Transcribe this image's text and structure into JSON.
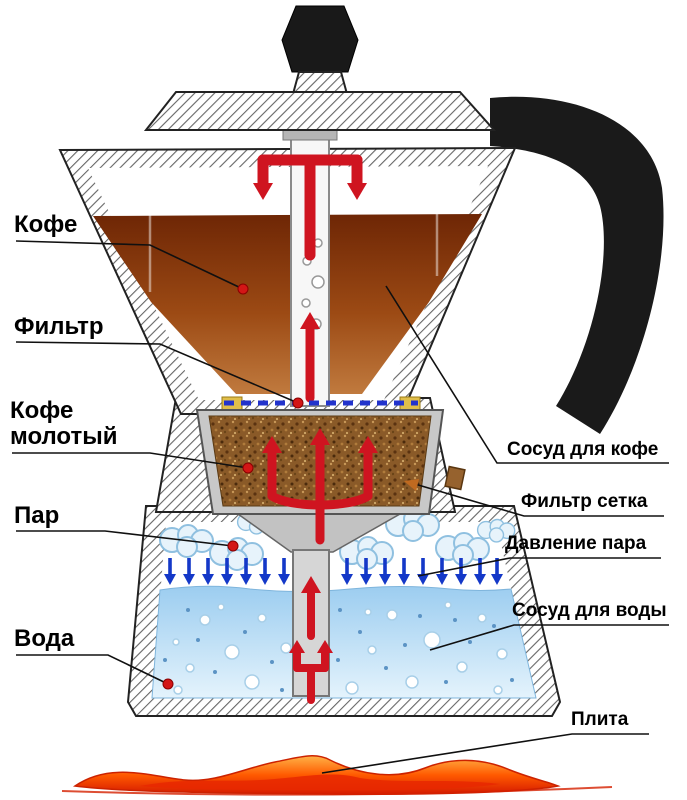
{
  "diagram": {
    "subject": "Схема работы гейзерной кофеварки (moka pot cutaway diagram)"
  },
  "labels": {
    "coffee": "Кофе",
    "filter": "Фильтр",
    "ground_coffee": {
      "line1": "Кофе",
      "line2": "молотый"
    },
    "steam": "Пар",
    "water": "Вода",
    "coffee_vessel": "Сосуд для кофе",
    "filter_mesh": "Фильтр сетка",
    "steam_pressure": "Давление пара",
    "water_vessel": "Сосуд для воды",
    "stove": "Плита"
  },
  "colors": {
    "coffee_dark": "#6e2605",
    "coffee_light": "#c07a3e",
    "grounds_brown": "#8a5a28",
    "water_top": "#9ccdf0",
    "water_bottom": "#dff0fb",
    "arrow_red": "#cf1420",
    "arrow_blue": "#1438c8",
    "filter_dash_blue": "#2233cc",
    "filter_pad_yellow": "#e0be4a",
    "metal_outline": "#222222",
    "handle_black": "#1a1a1a",
    "flame_orange": "#ff5a00",
    "label_text": "#000000",
    "dot_red": "#d31616"
  }
}
